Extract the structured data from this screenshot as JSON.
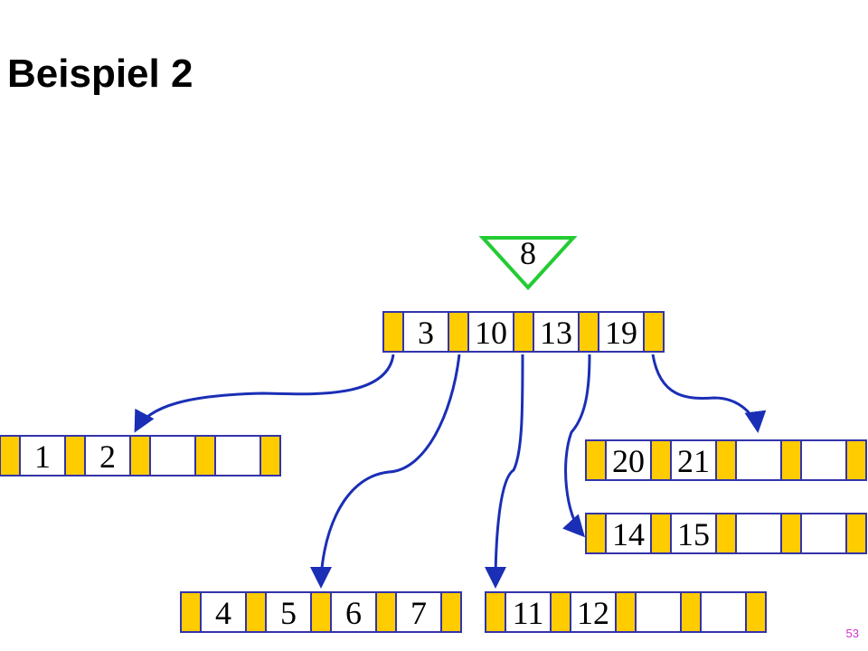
{
  "slide": {
    "title": "Beispiel 2",
    "page_number": "53"
  },
  "colors": {
    "pointer_slot": "#ffcc00",
    "node_border": "#3333aa",
    "key_slot": "#ffffff",
    "arrow": "#1a2fb5",
    "inserted_marker": "#22cc33"
  },
  "inserted_key": "8",
  "nodes": {
    "root": [
      "3",
      "10",
      "13",
      "19"
    ],
    "leaf_a": [
      "1",
      "2",
      "",
      ""
    ],
    "leaf_b": [
      "4",
      "5",
      "6",
      "7"
    ],
    "leaf_c": [
      "11",
      "12",
      "",
      ""
    ],
    "leaf_d": [
      "14",
      "15",
      "",
      ""
    ],
    "leaf_e": [
      "20",
      "21",
      "",
      ""
    ]
  }
}
